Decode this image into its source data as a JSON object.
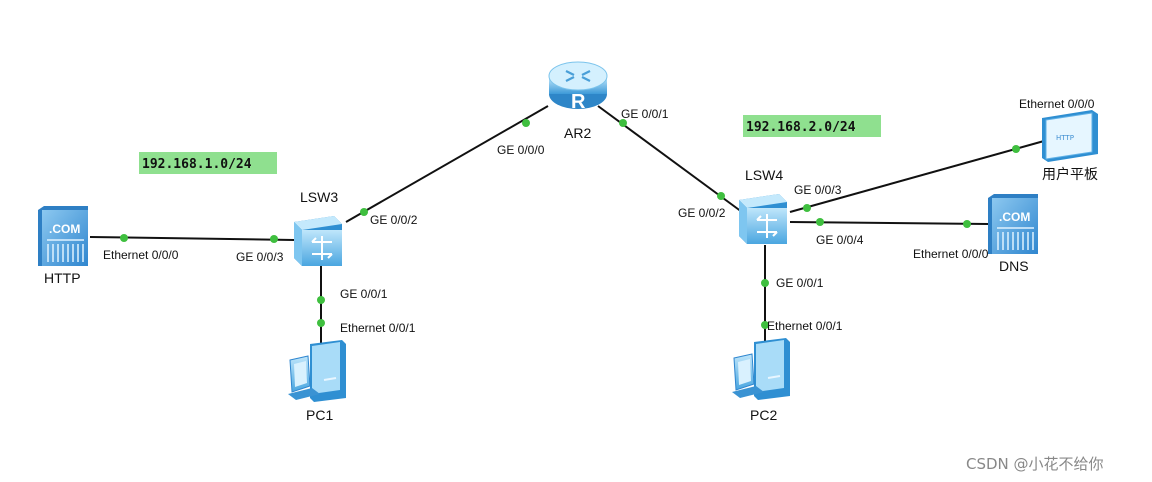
{
  "subnets": {
    "left": "192.168.1.0/24",
    "right": "192.168.2.0/24",
    "highlight_color": "#8fe08f"
  },
  "devices": {
    "ar2": "AR2",
    "lsw3": "LSW3",
    "lsw4": "LSW4",
    "http": "HTTP",
    "pc1": "PC1",
    "pc2": "PC2",
    "dns": "DNS",
    "tablet": "用户平板"
  },
  "ports": {
    "ar2_ge000": "GE 0/0/0",
    "ar2_ge001": "GE 0/0/1",
    "lsw3_ge002": "GE 0/0/2",
    "lsw3_ge003": "GE 0/0/3",
    "lsw3_ge001": "GE 0/0/1",
    "http_eth000": "Ethernet 0/0/0",
    "pc1_eth001": "Ethernet 0/0/1",
    "lsw4_ge002": "GE 0/0/2",
    "lsw4_ge003": "GE 0/0/3",
    "lsw4_ge004": "GE 0/0/4",
    "lsw4_ge001": "GE 0/0/1",
    "tablet_eth000": "Ethernet 0/0/0",
    "dns_eth000": "Ethernet 0/0/0",
    "pc2_eth001": "Ethernet 0/0/1"
  },
  "icons": {
    "router": "router-icon",
    "switch": "switch-icon",
    "server": "server-icon",
    "pc": "pc-icon",
    "tablet": "tablet-icon"
  },
  "server_badge": ".COM",
  "tablet_badge": "HTTP",
  "watermark": "CSDN @小花不给你"
}
